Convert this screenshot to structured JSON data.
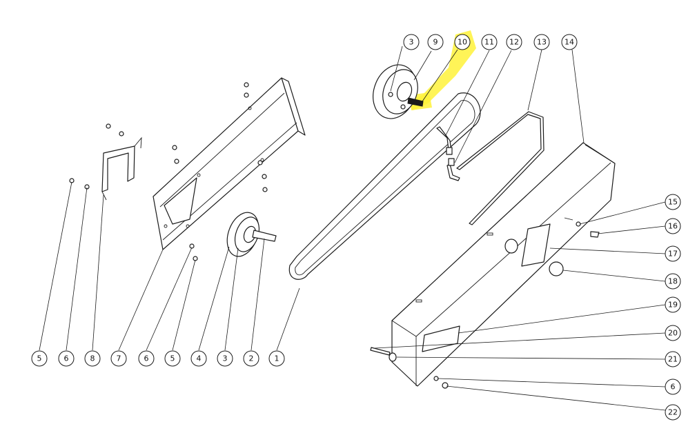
{
  "highlight_color": "#fff23a",
  "callouts": [
    {
      "id": "c1",
      "label": "3"
    },
    {
      "id": "c2",
      "label": "9"
    },
    {
      "id": "c3",
      "label": "10"
    },
    {
      "id": "c4",
      "label": "11"
    },
    {
      "id": "c5",
      "label": "12"
    },
    {
      "id": "c6",
      "label": "13"
    },
    {
      "id": "c7",
      "label": "14"
    },
    {
      "id": "c8",
      "label": "15"
    },
    {
      "id": "c9",
      "label": "16"
    },
    {
      "id": "c10",
      "label": "17"
    },
    {
      "id": "c11",
      "label": "18"
    },
    {
      "id": "c12",
      "label": "19"
    },
    {
      "id": "c13",
      "label": "20"
    },
    {
      "id": "c14",
      "label": "21"
    },
    {
      "id": "c15",
      "label": "6"
    },
    {
      "id": "c16",
      "label": "22"
    },
    {
      "id": "c17",
      "label": "5"
    },
    {
      "id": "c18",
      "label": "6"
    },
    {
      "id": "c19",
      "label": "8"
    },
    {
      "id": "c20",
      "label": "7"
    },
    {
      "id": "c21",
      "label": "6"
    },
    {
      "id": "c22",
      "label": "5"
    },
    {
      "id": "c23",
      "label": "4"
    },
    {
      "id": "c24",
      "label": "3"
    },
    {
      "id": "c25",
      "label": "2"
    },
    {
      "id": "c26",
      "label": "1"
    }
  ],
  "highlighted_callout": "10"
}
